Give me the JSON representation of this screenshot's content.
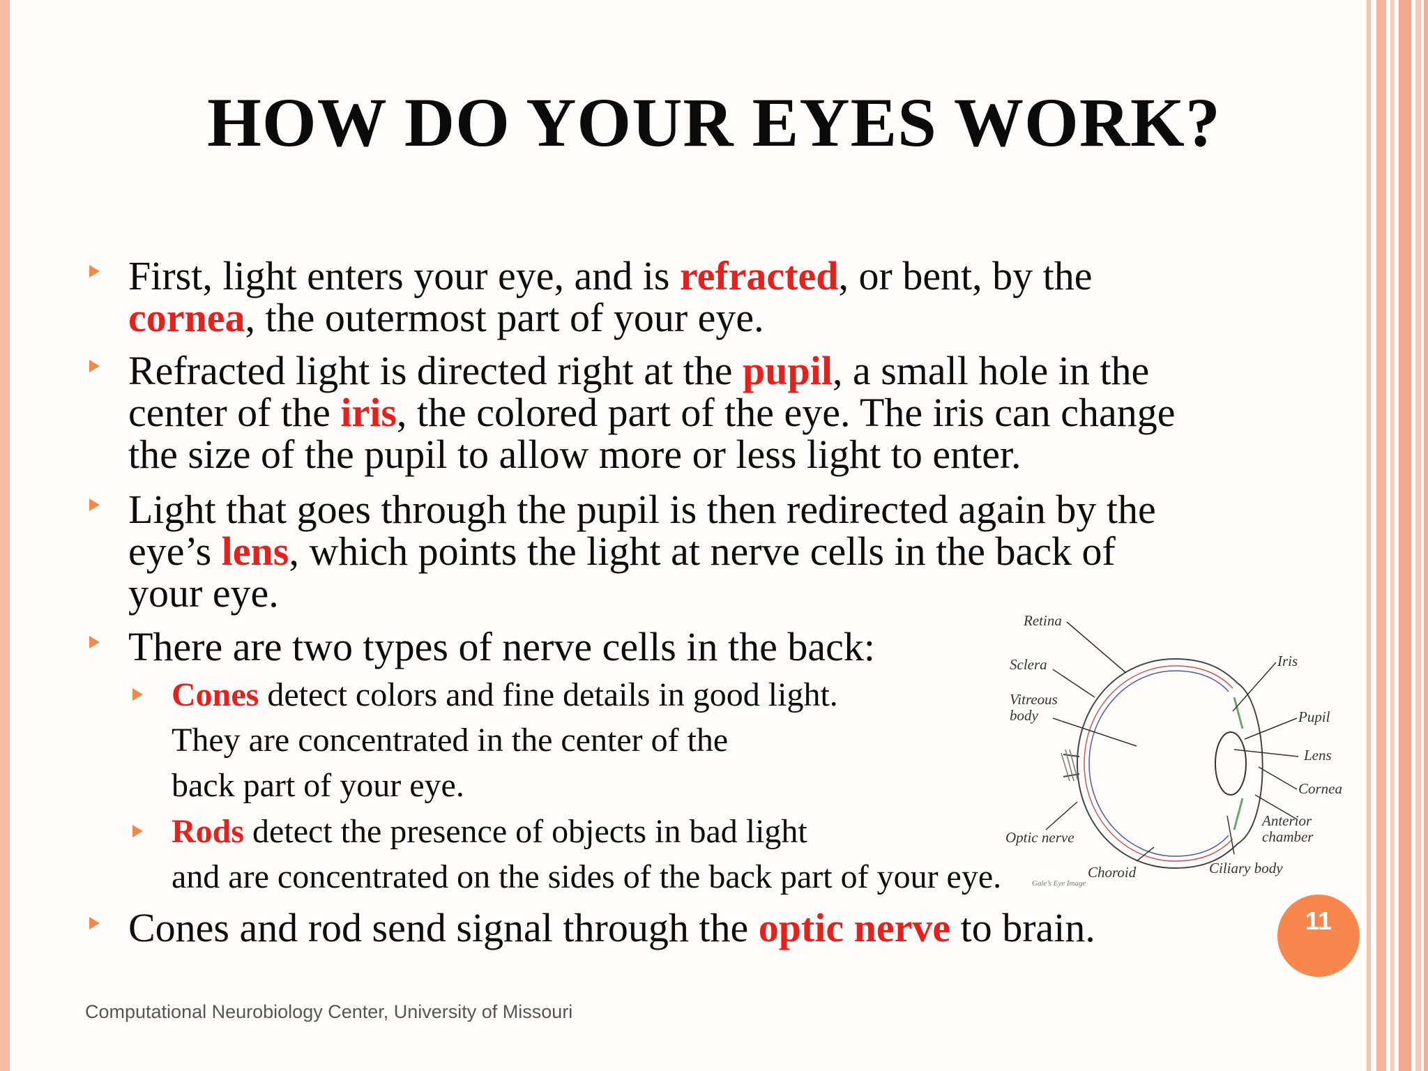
{
  "slide": {
    "title": "HOW DO YOUR EYES WORK?",
    "bullets": [
      {
        "lines": [
          [
            {
              "t": "First, light enters your eye, and is "
            },
            {
              "t": "refracted",
              "hl": true
            },
            {
              "t": ", or bent, by the"
            }
          ],
          [
            {
              "t": "cornea",
              "hl": true
            },
            {
              "t": ", the outermost part of your eye."
            }
          ]
        ]
      },
      {
        "lines": [
          [
            {
              "t": "Refracted light is directed right at the "
            },
            {
              "t": "pupil",
              "hl": true
            },
            {
              "t": ", a small hole in the"
            }
          ],
          [
            {
              "t": "center of the "
            },
            {
              "t": "iris",
              "hl": true
            },
            {
              "t": ", the colored part of the eye. The iris can change"
            }
          ],
          [
            {
              "t": "the size of the pupil to allow more or less light to enter."
            }
          ]
        ]
      },
      {
        "lines": [
          [
            {
              "t": " Light that goes through the pupil is then redirected again by the"
            }
          ],
          [
            {
              "t": "eye’s "
            },
            {
              "t": "lens",
              "hl": true
            },
            {
              "t": ", which points the light at nerve cells in the back of"
            }
          ],
          [
            {
              "t": "your eye."
            }
          ]
        ]
      },
      {
        "lines": [
          [
            {
              "t": "There are two types of nerve cells in the back:"
            }
          ]
        ]
      },
      {
        "sub": true,
        "lines": [
          [
            {
              "t": "Cones",
              "hl": true
            },
            {
              "t": " detect colors and fine details in good light."
            }
          ],
          [
            {
              "t": "They are concentrated in the center of the"
            }
          ],
          [
            {
              "t": "back part of your eye."
            }
          ]
        ]
      },
      {
        "sub": true,
        "lines": [
          [
            {
              "t": "Rods",
              "hl": true
            },
            {
              "t": " detect the presence of objects in bad light"
            }
          ],
          [
            {
              "t": "and are concentrated on the sides of the back part of your eye."
            }
          ]
        ]
      },
      {
        "lines": [
          [
            {
              "t": "Cones and rod send signal through the "
            },
            {
              "t": "optic nerve",
              "hl": true
            },
            {
              "t": " to brain."
            }
          ]
        ]
      }
    ],
    "diagram_labels": {
      "retina": "Retina",
      "sclera": "Sclera",
      "vitreous1": "Vitreous",
      "vitreous2": "body",
      "iris": "Iris",
      "pupil": "Pupil",
      "lens": "Lens",
      "cornea": "Cornea",
      "anterior1": "Anterior",
      "anterior2": "chamber",
      "ciliary": "Ciliary body",
      "optic": "Optic nerve",
      "choroid": "Choroid",
      "credit": "Gale’s Eye Image"
    },
    "page_number": "11",
    "footer": "Computational Neurobiology Center, University of Missouri"
  },
  "colors": {
    "highlight": "#e8201c",
    "accent": "#f7874c",
    "marker": "#f08a4b"
  }
}
